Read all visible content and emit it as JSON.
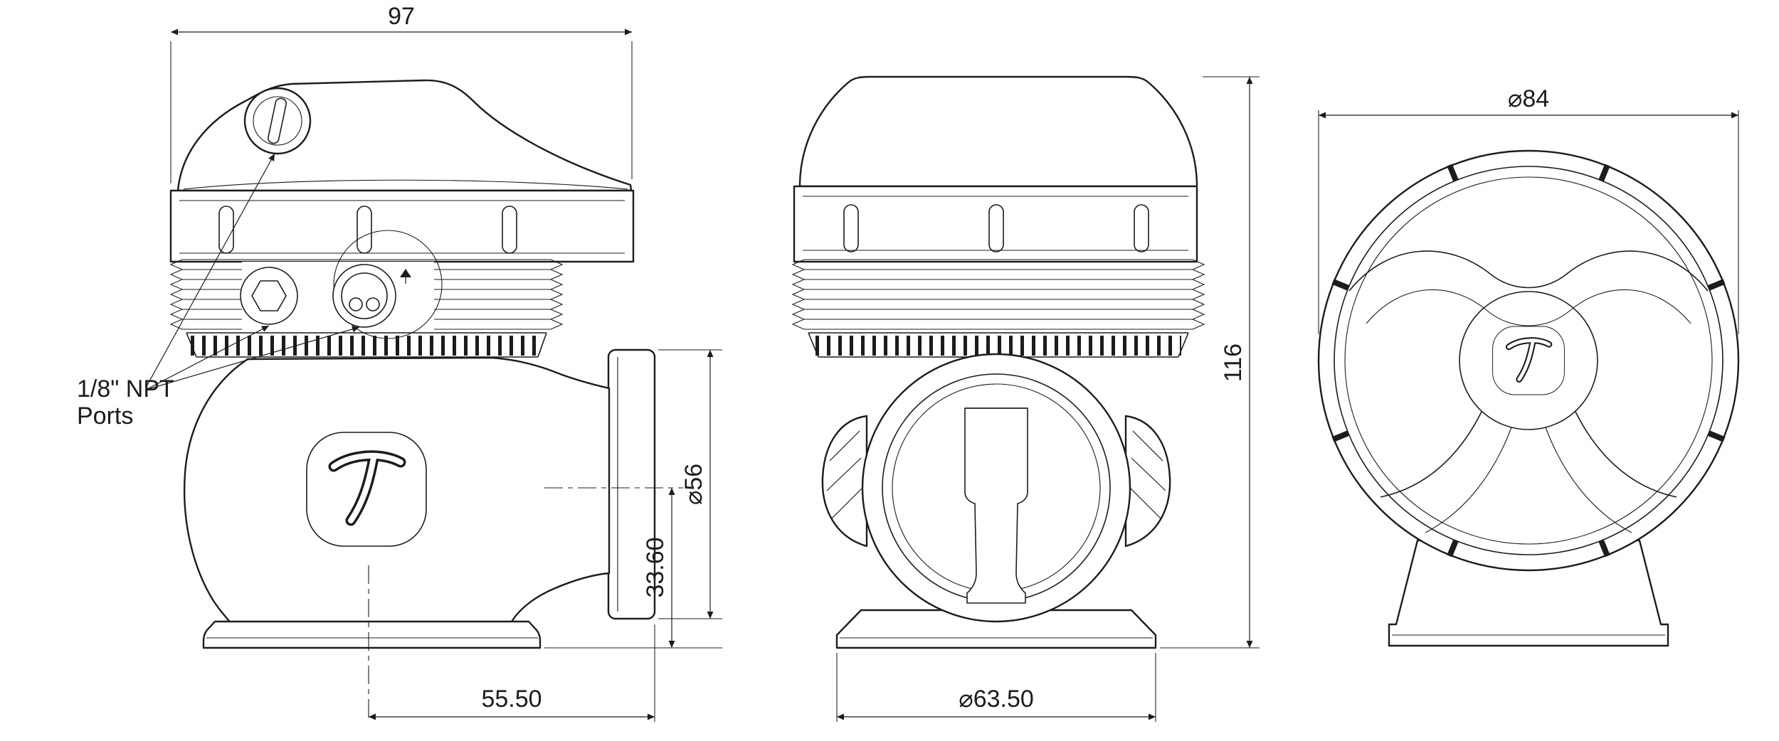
{
  "page": {
    "background": "#ffffff",
    "line_color": "#1c1c1c"
  },
  "drawing": {
    "views": [
      {
        "id": "side",
        "name": "side-view"
      },
      {
        "id": "front",
        "name": "front-view"
      },
      {
        "id": "face",
        "name": "face-view"
      }
    ],
    "annotations": {
      "ports_label_line1": "1/8\" NPT",
      "ports_label_line2": "Ports"
    },
    "dimensions": {
      "cap_width": "97",
      "overall_height": "116",
      "cap_diameter": "⌀84",
      "outlet_flange_diameter": "⌀56",
      "centerline_to_base": "33.60",
      "centerline_to_flange_face": "55.50",
      "base_diameter": "⌀63.50"
    }
  }
}
